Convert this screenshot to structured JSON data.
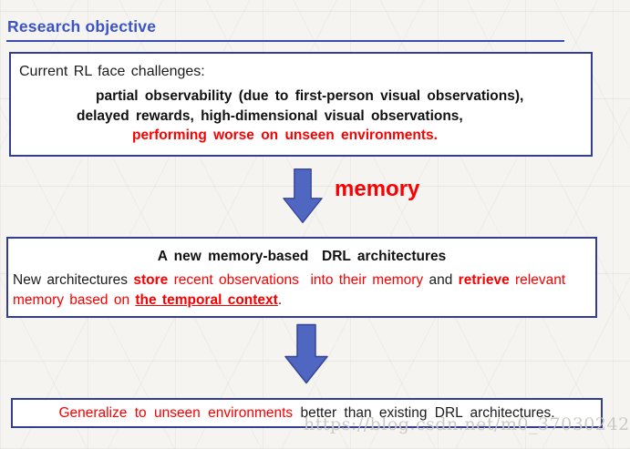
{
  "slide": {
    "title": "Research objective",
    "box1": {
      "intro": "Current RL face challenges:",
      "challenge_line1": "partial observability (due to first-person visual observations),",
      "challenge_line2": "delayed rewards, high-dimensional visual observations,",
      "challenge_line3": "performing worse on unseen environments."
    },
    "arrow1": {
      "label": "memory"
    },
    "box2": {
      "heading": "A new memory-based  DRL architectures",
      "line1": {
        "seg1": "New architectures ",
        "seg2": "store",
        "seg3": " recent observations  into their memory ",
        "seg4": "and ",
        "seg5": "retrieve",
        "seg6": " relevant"
      },
      "line2": {
        "seg1": "memory based on ",
        "seg2": "the temporal context",
        "seg3": "."
      }
    },
    "box3": {
      "highlight": "Generalize to unseen environments ",
      "rest": "better than existing DRL architectures."
    },
    "watermark": "https://blog.csdn.net/m0_37030242"
  },
  "colors": {
    "title_blue": "#3C52C8",
    "border_navy": "#333D91",
    "arrow_fill": "#5067C2",
    "arrow_stroke": "#36459A",
    "accent_red": "#FA0000",
    "text_black": "#1B1B1B",
    "watermark_gray": "#CAC7C0"
  }
}
